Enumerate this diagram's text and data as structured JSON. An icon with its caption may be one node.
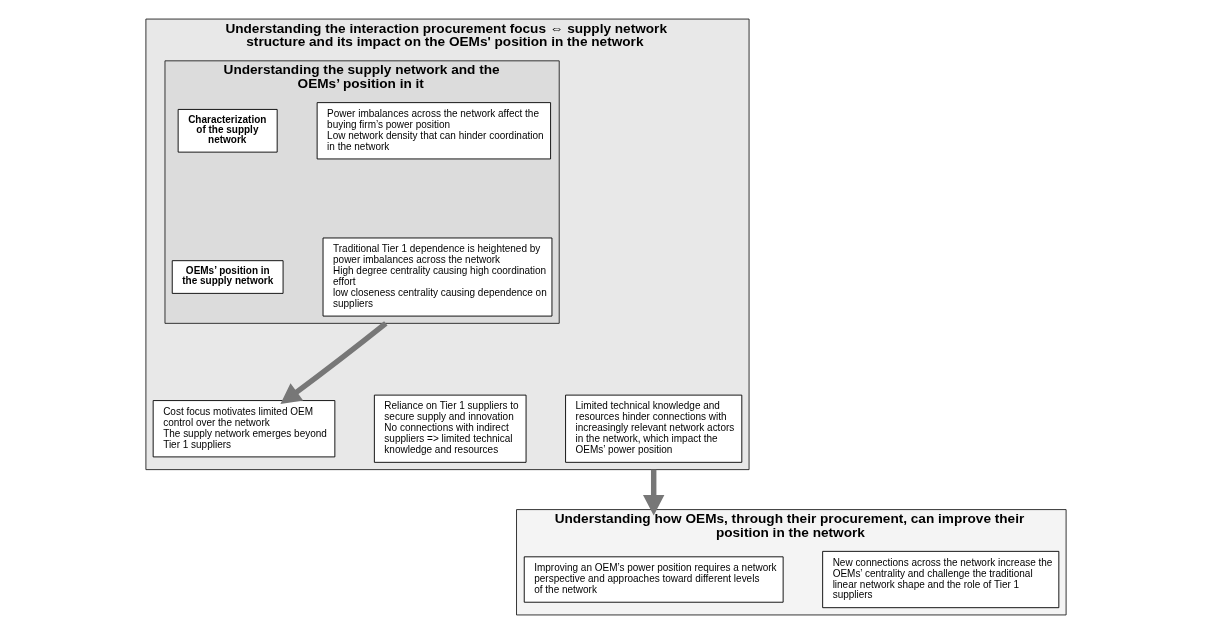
{
  "diagram": {
    "nodes": [
      {
        "text": [
          "Understanding the interaction procurement focus ⇔ supply network structure and its impact on the OEMs' position in the network"
        ]
      },
      {
        "text": [
          "Understanding the supply network and the OEMs’ position in it"
        ],
        "in": 0
      },
      {
        "text": [
          "Characterization of the supply network"
        ],
        "in": 1
      },
      {
        "text": [
          "Power imbalances across the network affect the buying firm’s power position",
          "Low network density that can hinder coordination in the network"
        ],
        "in": 1
      },
      {
        "text": [
          "OEMs’ position in the supply network"
        ],
        "in": 1
      },
      {
        "text": [
          "Traditional Tier 1 dependence is heightened by power imbalances across the network",
          "High degree centrality causing high coordination effort",
          "low closeness centrality causing dependence on suppliers"
        ],
        "in": 1
      },
      {
        "text": [
          "Cost focus motivates limited OEM control over the network",
          "The supply network emerges beyond Tier 1 suppliers"
        ],
        "in": 0
      },
      {
        "text": [
          "Reliance on Tier 1 suppliers to secure supply and innovation",
          "No connections with indirect suppliers => limited technical knowledge and resources"
        ],
        "in": 0
      },
      {
        "text": [
          "Limited technical knowledge and resources hinder connections with increasingly relevant network actors in the network, which impact the OEMs’ power position"
        ],
        "in": 0
      },
      {
        "text": [
          "Understanding how OEMs, through their procurement, can improve their position in the network"
        ]
      },
      {
        "text": [
          "Improving an OEM’s power position requires a network perspective and approaches toward different levels of the network"
        ],
        "in": 9
      },
      {
        "text": [
          "New connections across the network increase the OEMs’ centrality and challenge the traditional linear network shape and the role of Tier 1 suppliers"
        ],
        "in": 9
      }
    ],
    "edges": [
      {
        "from": 1,
        "to": 6,
        "arrow": "to"
      },
      {
        "from": 0,
        "to": 9,
        "arrow": "to"
      }
    ]
  }
}
